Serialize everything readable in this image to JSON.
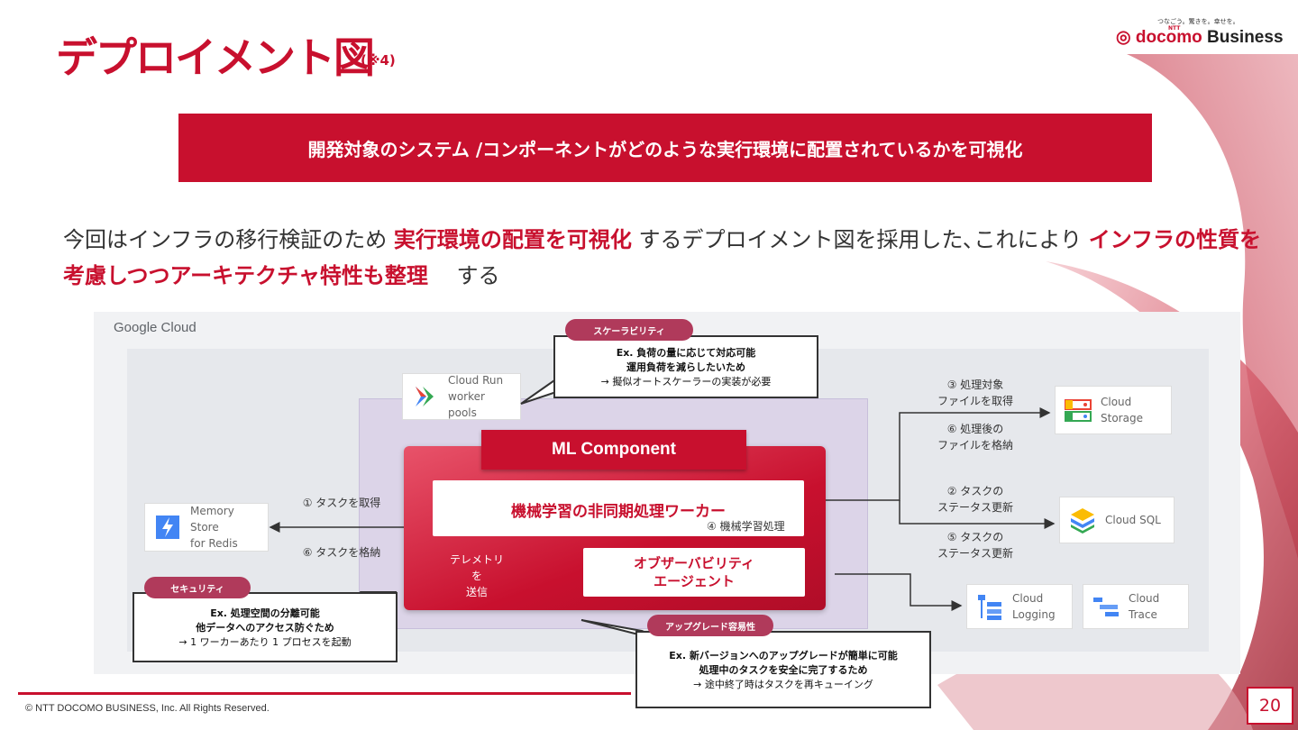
{
  "header": {
    "title": "デプロイメント図",
    "title_note": "(※4)",
    "logo_tagline": "つなごう。驚きを。幸せを。",
    "logo_brand": "docomo",
    "logo_business": "Business",
    "logo_ntt": "NTT"
  },
  "banner": {
    "text": "開発対象のシステム /コンポーネントがどのような実行環境に配置されているかを可視化"
  },
  "intro": {
    "p1": "今回はインフラの移行検証のため ",
    "h1": "実行環境の配置を可視化",
    "p2": "  するデプロイメント図を採用した､これにより ",
    "h2": "インフラの性質を考慮しつつアーキテクチャ特性も整理",
    "p3": "　 する"
  },
  "diagram": {
    "provider": "Google Cloud",
    "cloud_run": {
      "line1": "Cloud Run",
      "line2": "worker pools"
    },
    "memory_store": {
      "line1": "Memory Store",
      "line2": "for Redis"
    },
    "cloud_storage": {
      "line1": "Cloud",
      "line2": "Storage"
    },
    "cloud_sql": {
      "line1": "Cloud SQL"
    },
    "cloud_logging": {
      "line1": "Cloud",
      "line2": "Logging"
    },
    "cloud_trace": {
      "line1": "Cloud",
      "line2": "Trace"
    },
    "ml_component": "ML Component",
    "worker_title": "機械学習の非同期処理ワーカー",
    "worker_sub": "④ 機械学習処理",
    "agent_line1": "オブザーバビリティ",
    "agent_line2": "エージェント",
    "telemetry_line1": "テレメトリを",
    "telemetry_line2": "送信",
    "edge_get_task": "① タスクを取得",
    "edge_store_task": "⑥ タスクを格納",
    "edge_get_file_1": "③ 処理対象",
    "edge_get_file_2": "ファイルを取得",
    "edge_store_file_1": "⑥ 処理後の",
    "edge_store_file_2": "ファイルを格納",
    "edge_status1_1": "② タスクの",
    "edge_status1_2": "ステータス更新",
    "edge_status2_1": "⑤ タスクの",
    "edge_status2_2": "ステータス更新"
  },
  "callouts": {
    "scalability": {
      "pill": "スケーラビリティ",
      "line1": "Ex. 負荷の量に応じて対応可能",
      "line2": "運用負荷を減らしたいため",
      "line3": "→ 擬似オートスケーラーの実装が必要"
    },
    "security": {
      "pill": "セキュリティ",
      "line1": "Ex. 処理空間の分離可能",
      "line2": "他データへのアクセス防ぐため",
      "line3": "→ 1 ワーカーあたり 1 プロセスを起動"
    },
    "upgrade": {
      "pill": "アップグレード容易性",
      "line1": "Ex. 新バージョンへのアップグレードが簡単に可能",
      "line2": "処理中のタスクを安全に完了するため",
      "line3": "→ 途中終了時はタスクを再キューイング"
    }
  },
  "footer": {
    "copyright": "© NTT DOCOMO BUSINESS, Inc. All Rights Reserved.",
    "page": "20"
  },
  "colors": {
    "brand": "#c8102e",
    "pill": "#b03a5b",
    "purple": "#dcd4e8"
  }
}
